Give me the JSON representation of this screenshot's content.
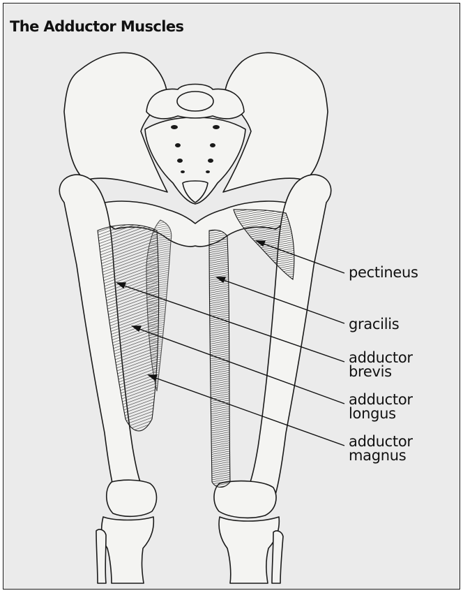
{
  "title": "The Adductor Muscles",
  "labels": {
    "pectineus": [
      "pectineus"
    ],
    "gracilis": [
      "gracilis"
    ],
    "adductor_brevis": [
      "adductor",
      "brevis"
    ],
    "adductor_longus": [
      "adductor",
      "longus"
    ],
    "adductor_magnus": [
      "adductor",
      "magnus"
    ]
  },
  "colors": {
    "background": "#ebebeb",
    "ink": "#1a1a1a",
    "bone": "#f4f4f2"
  }
}
